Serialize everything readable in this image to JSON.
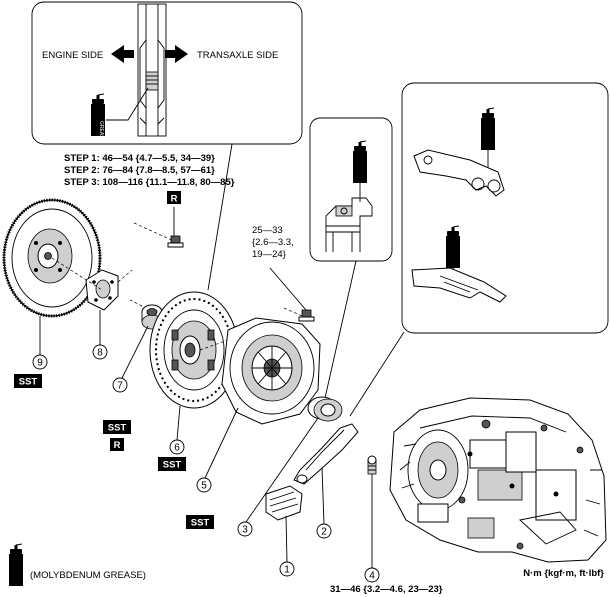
{
  "detail_top": {
    "engine_side": "ENGINE SIDE",
    "transaxle_side": "TRANSAXLE SIDE",
    "grease_icon": "grease-can-icon"
  },
  "torque_steps": {
    "step1": "STEP 1: 46—54 {4.7—5.5, 34—39}",
    "step2": "STEP 2: 76—84 {7.8—8.5, 57—61}",
    "step3": "STEP 3: 108—116 {11.1—11.8, 80—85}",
    "badge": "R"
  },
  "torque_cover": {
    "line1": "25—33",
    "line2": "{2.6—3.3,",
    "line3": "19—24}"
  },
  "torque_bolt4": "31—46 {3.2—4.6, 23—23}",
  "unit_note": "N·m {kgf·m, ft·lbf}",
  "legend": {
    "label": "(MOLYBDENUM GREASE)",
    "icon": "grease-can-icon"
  },
  "grease_text": "GREASE",
  "parts": [
    {
      "num": "1",
      "name": "clutch-boot"
    },
    {
      "num": "2",
      "name": "clutch-release-fork"
    },
    {
      "num": "3",
      "name": "clutch-release-collar"
    },
    {
      "num": "4",
      "name": "pivot-bolt"
    },
    {
      "num": "5",
      "name": "clutch-cover"
    },
    {
      "num": "6",
      "name": "clutch-disc"
    },
    {
      "num": "7",
      "name": "pilot-bearing"
    },
    {
      "num": "8",
      "name": "adapter-plate"
    },
    {
      "num": "9",
      "name": "flywheel"
    }
  ],
  "tags": {
    "sst": "SST",
    "r": "R"
  }
}
